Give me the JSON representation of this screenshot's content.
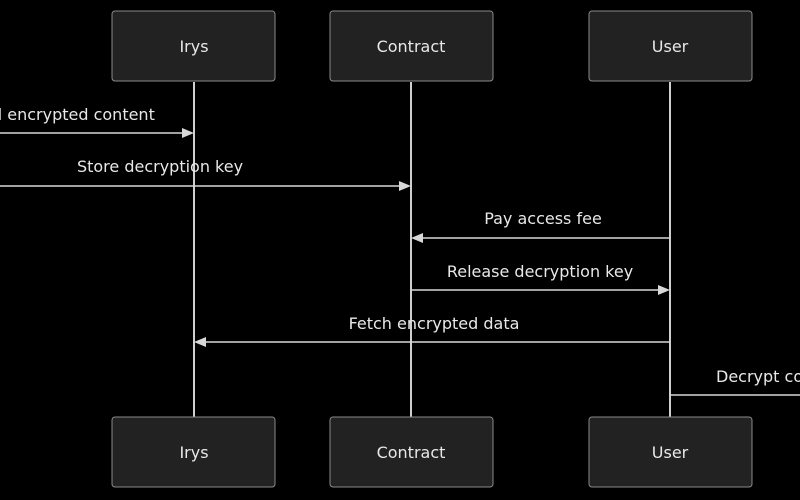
{
  "participants": [
    {
      "label": "Irys"
    },
    {
      "label": "Contract"
    },
    {
      "label": "User"
    }
  ],
  "messages": [
    {
      "label": "d encrypted content",
      "from": "offscreen-left",
      "to": "Irys"
    },
    {
      "label": "Store decryption key",
      "from": "offscreen-left",
      "to": "Contract"
    },
    {
      "label": "Pay access fee",
      "from": "User",
      "to": "Contract"
    },
    {
      "label": "Release decryption key",
      "from": "Contract",
      "to": "User"
    },
    {
      "label": "Fetch encrypted data",
      "from": "User",
      "to": "Irys"
    },
    {
      "label": "Decrypt co",
      "from": "User",
      "to": "offscreen-right"
    }
  ]
}
